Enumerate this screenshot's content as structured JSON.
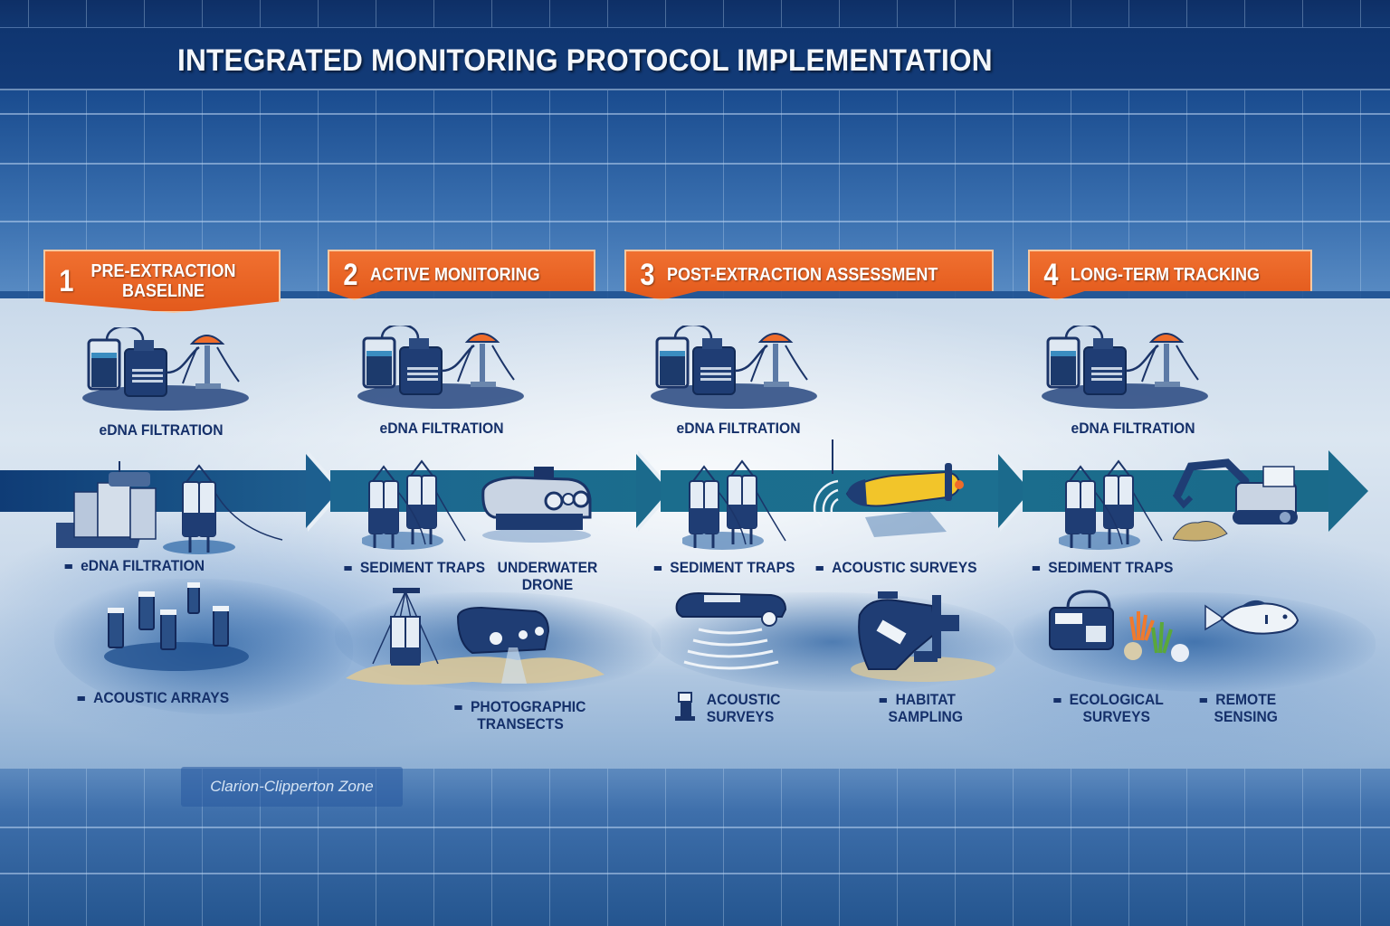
{
  "title": "INTEGRATED MONITORING PROTOCOL IMPLEMENTATION",
  "colors": {
    "banner_orange": "#e8601f",
    "title_bar_navy": "#123a76",
    "arrow_teal": "#1b6a8c",
    "label_navy": "#15306a",
    "buoy_orange": "#f07030",
    "auv_yellow": "#f2c52a"
  },
  "phases": [
    {
      "number": "1",
      "title_line1": "PRE-EXTRACTION",
      "title_line2": "BASELINE",
      "items": [
        {
          "label": "eDNA FILTRATION",
          "icon": "edna-filtration-kit-icon"
        },
        {
          "label": "eDNA FILTRATION",
          "icon": "filtration-station-icon",
          "bullet": true
        },
        {
          "label": "ACOUSTIC ARRAYS",
          "icon": "acoustic-array-icon",
          "bullet": true
        }
      ]
    },
    {
      "number": "2",
      "title_line1": "ACTIVE MONITORING",
      "items": [
        {
          "label": "eDNA FILTRATION",
          "icon": "edna-filtration-kit-icon"
        },
        {
          "label": "SEDIMENT TRAPS",
          "icon": "sediment-trap-icon",
          "bullet": true
        },
        {
          "label_line1": "UNDERWATER",
          "label_line2": "DRONE",
          "icon": "underwater-drone-icon"
        },
        {
          "label_line1": "PHOTOGRAPHIC",
          "label_line2": "TRANSECTS",
          "icon": "rov-camera-icon",
          "bullet": true
        }
      ]
    },
    {
      "number": "3",
      "title_line1": "POST-EXTRACTION ASSESSMENT",
      "items": [
        {
          "label": "eDNA FILTRATION",
          "icon": "edna-filtration-kit-icon"
        },
        {
          "label": "SEDIMENT TRAPS",
          "icon": "sediment-trap-icon",
          "bullet": true
        },
        {
          "label": "ACOUSTIC SURVEYS",
          "icon": "auv-sonar-icon",
          "bullet": true
        },
        {
          "label_line1": "ACOUSTIC",
          "label_line2": "SURVEYS",
          "icon": "sonar-vehicle-icon"
        },
        {
          "label_line1": "HABITAT",
          "label_line2": "SAMPLING",
          "icon": "robotic-sampler-icon",
          "bullet": true
        }
      ]
    },
    {
      "number": "4",
      "title_line1": "LONG-TERM TRACKING",
      "items": [
        {
          "label": "eDNA FILTRATION",
          "icon": "edna-filtration-kit-icon"
        },
        {
          "label": "SEDIMENT TRAPS",
          "icon": "sediment-trap-icon",
          "bullet": true
        },
        {
          "label_line1": "ECOLOGICAL",
          "label_line2": "SURVEYS",
          "icon": "survey-lander-icon",
          "bullet": true
        },
        {
          "label_line1": "REMOTE",
          "label_line2": "SENSING",
          "icon": "fish-auv-icon",
          "bullet": true
        }
      ]
    }
  ],
  "region_label": "Clarion-Clipperton Zone"
}
